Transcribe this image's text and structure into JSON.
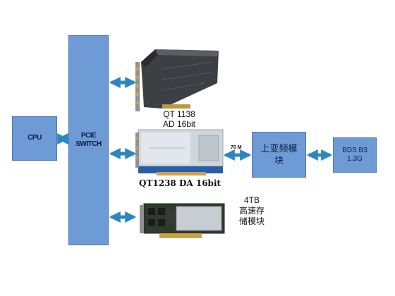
{
  "blocks": {
    "cpu": "CPU",
    "pcie_line1": "PCIE",
    "pcie_line2": "SWITCH",
    "upconverter_line1": "上变频模",
    "upconverter_line2": "块",
    "bds_line1": "BDS B3",
    "bds_line2": "1.3G"
  },
  "cards": {
    "qt1138_line1": "QT 1138",
    "qt1138_line2": "AD 16bit",
    "qt1238": "QT1238 DA 16bit",
    "storage_line1": "4TB",
    "storage_line2": "高速存",
    "storage_line3": "储模块"
  },
  "links": {
    "freq_70m": "70 M"
  },
  "colors": {
    "block_fill": "#6e9bd6",
    "block_border": "#4a76b8",
    "arrow": "#2e86c1"
  }
}
